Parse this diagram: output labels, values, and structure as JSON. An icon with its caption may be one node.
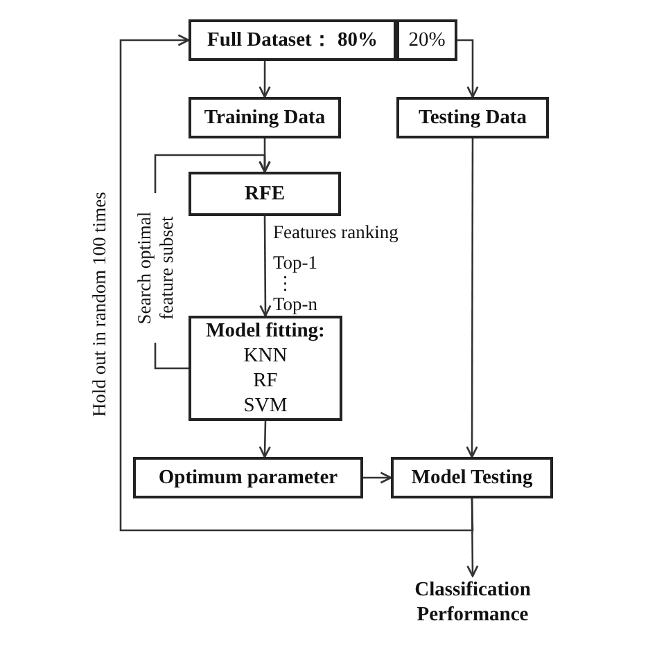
{
  "diagram": {
    "nodes": [
      {
        "text": [
          "**Full Dataset：** 80%"
        ]
      },
      {
        "text": [
          "20%"
        ]
      },
      {
        "text": [
          "Training Data"
        ]
      },
      {
        "text": [
          "Testing Data"
        ]
      },
      {
        "text": [
          "RFE"
        ]
      },
      {
        "text": [
          "Model fitting:",
          "KNN",
          "RF",
          "SVM"
        ]
      },
      {
        "text": [
          "Optimum parameter"
        ]
      },
      {
        "text": [
          "Model Testing"
        ]
      },
      {
        "text": [
          "Classification Performance"
        ]
      }
    ],
    "edges": [
      {
        "from": 0,
        "to": 2,
        "arrow": "to"
      },
      {
        "from": 1,
        "to": 3,
        "arrow": "to"
      },
      {
        "from": 2,
        "to": 4,
        "arrow": "to"
      },
      {
        "from": 4,
        "to": 5,
        "arrow": "to"
      },
      {
        "from": 5,
        "to": 4,
        "arrow": "to",
        "label": "Search optimal feature subset"
      },
      {
        "from": 5,
        "to": 6,
        "arrow": "to"
      },
      {
        "from": 6,
        "to": 7,
        "arrow": "to"
      },
      {
        "from": 3,
        "to": 7,
        "arrow": "to"
      },
      {
        "from": 7,
        "to": 8,
        "arrow": "to"
      },
      {
        "from": 7,
        "to": 0,
        "arrow": "to",
        "label": "Hold out in random 100 times"
      }
    ],
    "labels": [
      "Features ranking",
      "Top-1",
      "⋮",
      "Top-n"
    ]
  }
}
